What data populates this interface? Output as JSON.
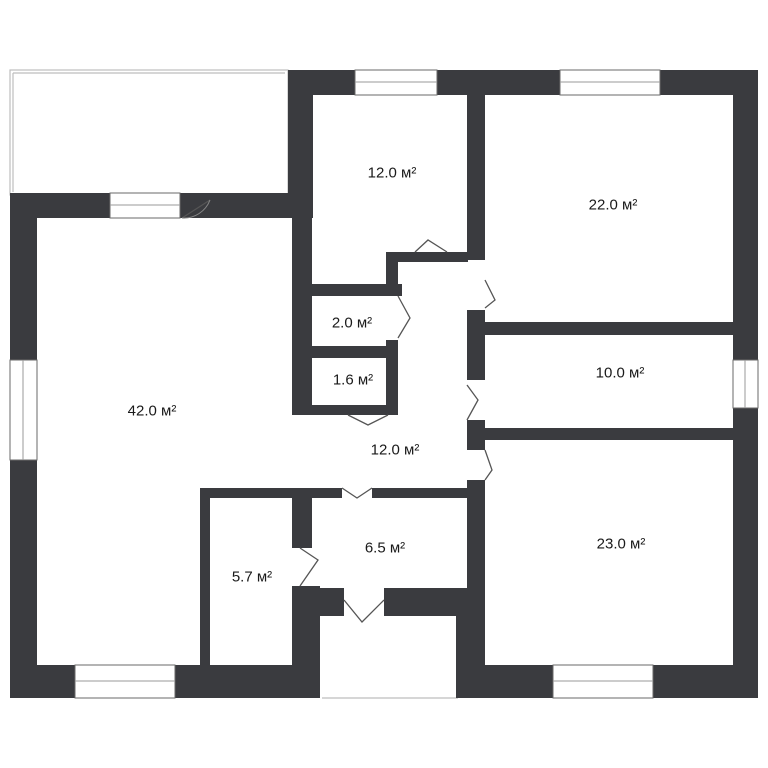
{
  "rooms": [
    {
      "id": "room-42",
      "area": "42.0 м²"
    },
    {
      "id": "room-12-top",
      "area": "12.0 м²"
    },
    {
      "id": "room-22",
      "area": "22.0 м²"
    },
    {
      "id": "room-2",
      "area": "2.0 м²"
    },
    {
      "id": "room-1-6",
      "area": "1.6 м²"
    },
    {
      "id": "room-10",
      "area": "10.0 м²"
    },
    {
      "id": "room-12-hall",
      "area": "12.0 м²"
    },
    {
      "id": "room-6-5",
      "area": "6.5 м²"
    },
    {
      "id": "room-5-7",
      "area": "5.7 м²"
    },
    {
      "id": "room-23",
      "area": "23.0 м²"
    }
  ]
}
